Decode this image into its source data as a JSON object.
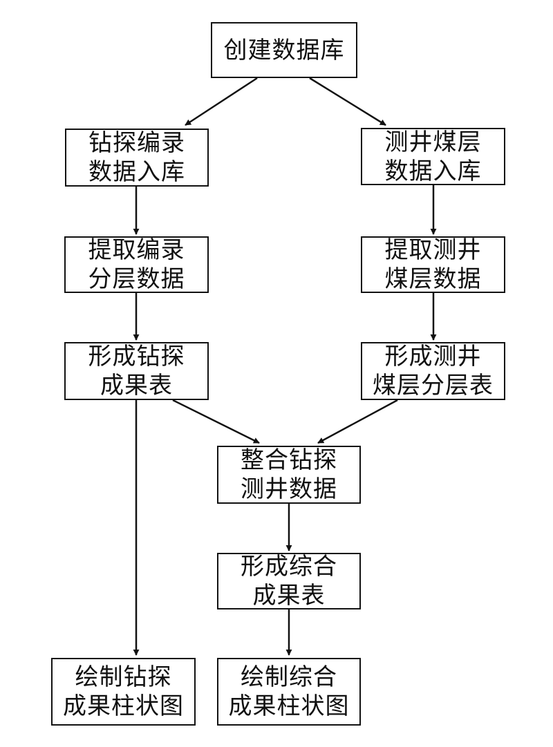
{
  "nodes": {
    "create_db": {
      "lines": [
        "创建数据库"
      ]
    },
    "drill_entry": {
      "lines": [
        "钻探编录",
        "数据入库"
      ]
    },
    "log_entry": {
      "lines": [
        "测井煤层",
        "数据入库"
      ]
    },
    "extract_drill": {
      "lines": [
        "提取编录",
        "分层数据"
      ]
    },
    "extract_log": {
      "lines": [
        "提取测井",
        "煤层数据"
      ]
    },
    "drill_table": {
      "lines": [
        "形成钻探",
        "成果表"
      ]
    },
    "log_table": {
      "lines": [
        "形成测井",
        "煤层分层表"
      ]
    },
    "integrate": {
      "lines": [
        "整合钻探",
        "测井数据"
      ]
    },
    "combined_table": {
      "lines": [
        "形成综合",
        "成果表"
      ]
    },
    "drill_chart": {
      "lines": [
        "绘制钻探",
        "成果柱状图"
      ]
    },
    "combined_chart": {
      "lines": [
        "绘制综合",
        "成果柱状图"
      ]
    }
  },
  "edges": [
    {
      "from": "create_db",
      "to": "drill_entry"
    },
    {
      "from": "create_db",
      "to": "log_entry"
    },
    {
      "from": "drill_entry",
      "to": "extract_drill"
    },
    {
      "from": "log_entry",
      "to": "extract_log"
    },
    {
      "from": "extract_drill",
      "to": "drill_table"
    },
    {
      "from": "extract_log",
      "to": "log_table"
    },
    {
      "from": "drill_table",
      "to": "integrate"
    },
    {
      "from": "log_table",
      "to": "integrate"
    },
    {
      "from": "drill_table",
      "to": "drill_chart"
    },
    {
      "from": "integrate",
      "to": "combined_table"
    },
    {
      "from": "combined_table",
      "to": "combined_chart"
    }
  ]
}
